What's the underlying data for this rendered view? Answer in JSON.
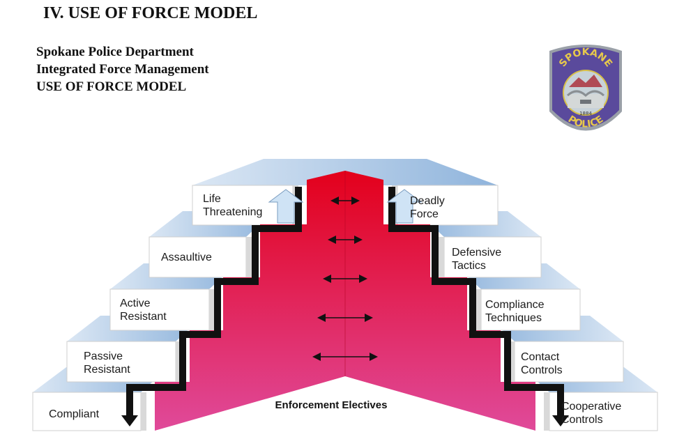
{
  "header": {
    "section_title": "IV.  USE OF FORCE MODEL",
    "lines": [
      "Spokane Police Department",
      "Integrated Force Management",
      "USE OF FORCE MODEL"
    ]
  },
  "badge": {
    "top_text": "SPOKANE",
    "bottom_text": "POLICE",
    "year": "1884"
  },
  "subject_levels": [
    {
      "lines": [
        "Compliant"
      ]
    },
    {
      "lines": [
        "Passive",
        "Resistant"
      ]
    },
    {
      "lines": [
        "Active",
        "Resistant"
      ]
    },
    {
      "lines": [
        "Assaultive"
      ]
    },
    {
      "lines": [
        "Life",
        "Threatening"
      ]
    }
  ],
  "officer_responses": [
    {
      "lines": [
        "Cooperative",
        "Controls"
      ]
    },
    {
      "lines": [
        "Contact",
        "Controls"
      ]
    },
    {
      "lines": [
        "Compliance",
        "Techniques"
      ]
    },
    {
      "lines": [
        "Defensive",
        "Tactics"
      ]
    },
    {
      "lines": [
        "Deadly",
        "Force"
      ]
    }
  ],
  "center_label": "Enforcement Electives",
  "colors": {
    "step_top": "#8fb4dc",
    "step_top_light": "#dbe7f4",
    "step_face": "#ffffff",
    "step_side": "#d9d9d9",
    "red_top": "#e3001b",
    "red_bottom": "#e04a9a",
    "arrow_dark": "#111111",
    "arrow_light": "#cfe3f5"
  }
}
